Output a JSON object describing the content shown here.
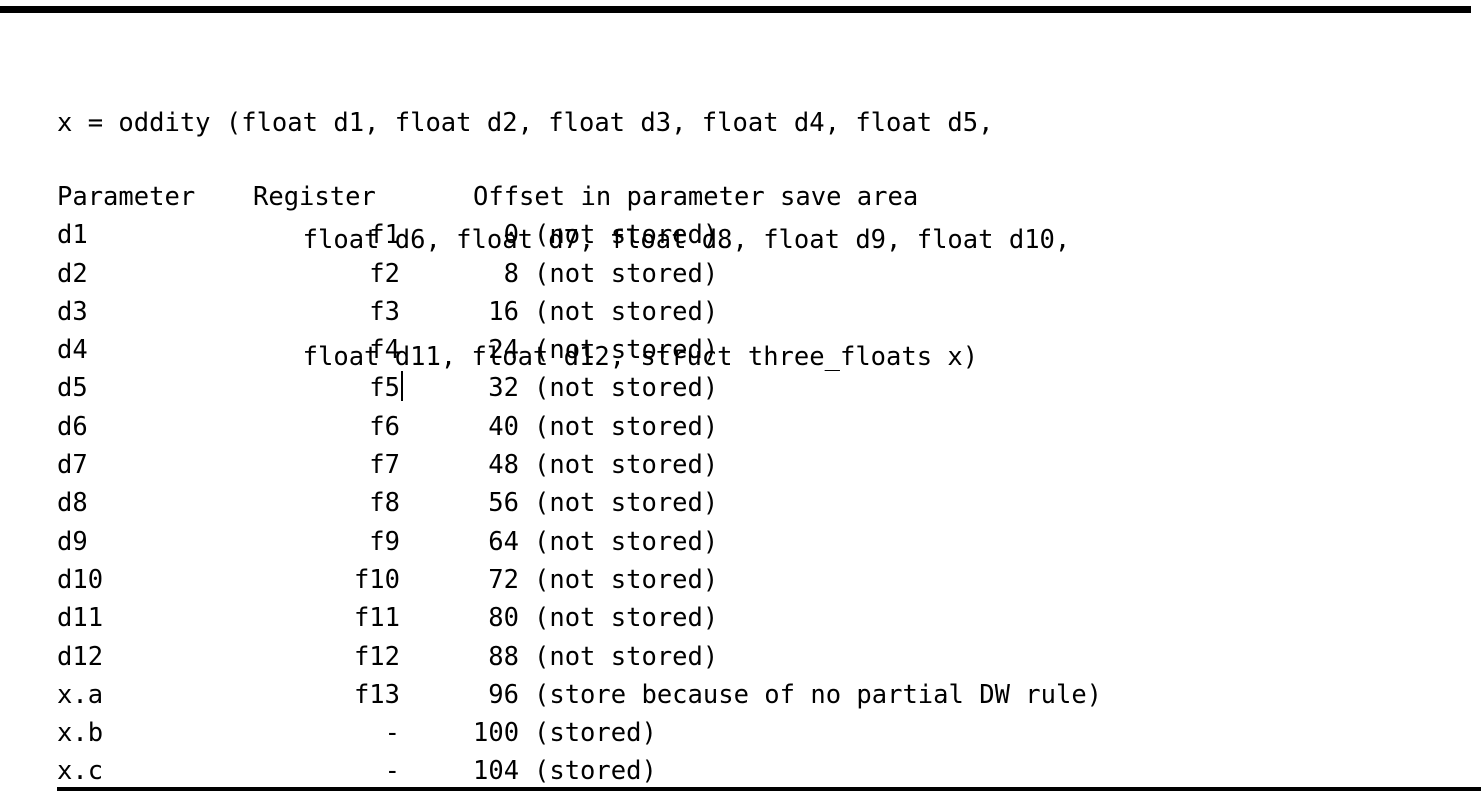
{
  "figure": {
    "signature": {
      "lines": [
        "x = oddity (float d1, float d2, float d3, float d4, float d5,",
        "                float d6, float d7, float d8, float d9, float d10,",
        "                float d11, float d12, struct three_floats x)"
      ],
      "line1": "x = oddity (float d1, float d2, float d3, float d4, float d5,",
      "line2": "                float d6, float d7, float d8, float d9, float d10,",
      "line3": "                float d11, float d12, struct three_floats x)"
    },
    "table": {
      "headers": {
        "parameter": "Parameter",
        "register": "Register",
        "offset": "Offset in parameter save area"
      },
      "rows": [
        {
          "parameter": "d1",
          "register": "f1",
          "offset": "0",
          "note": "(not stored)"
        },
        {
          "parameter": "d2",
          "register": "f2",
          "offset": "8",
          "note": "(not stored)"
        },
        {
          "parameter": "d3",
          "register": "f3",
          "offset": "16",
          "note": "(not stored)"
        },
        {
          "parameter": "d4",
          "register": "f4",
          "offset": "24",
          "note": "(not stored)"
        },
        {
          "parameter": "d5",
          "register": "f5",
          "offset": "32",
          "note": "(not stored)"
        },
        {
          "parameter": "d6",
          "register": "f6",
          "offset": "40",
          "note": "(not stored)"
        },
        {
          "parameter": "d7",
          "register": "f7",
          "offset": "48",
          "note": "(not stored)"
        },
        {
          "parameter": "d8",
          "register": "f8",
          "offset": "56",
          "note": "(not stored)"
        },
        {
          "parameter": "d9",
          "register": "f9",
          "offset": "64",
          "note": "(not stored)"
        },
        {
          "parameter": "d10",
          "register": "f10",
          "offset": "72",
          "note": "(not stored)"
        },
        {
          "parameter": "d11",
          "register": "f11",
          "offset": "80",
          "note": "(not stored)"
        },
        {
          "parameter": "d12",
          "register": "f12",
          "offset": "88",
          "note": "(not stored)"
        },
        {
          "parameter": "x.a",
          "register": "f13",
          "offset": "96",
          "note": "(store because of no partial DW rule)"
        },
        {
          "parameter": "x.b",
          "register": "-",
          "offset": "100",
          "note": "(stored)"
        },
        {
          "parameter": "x.c",
          "register": "-",
          "offset": "104",
          "note": "(stored)"
        }
      ]
    },
    "caret": {
      "after_row_index": 4,
      "after_text": "f5"
    },
    "colors": {
      "background": "#ffffff",
      "text": "#000000",
      "rule": "#000000"
    }
  }
}
